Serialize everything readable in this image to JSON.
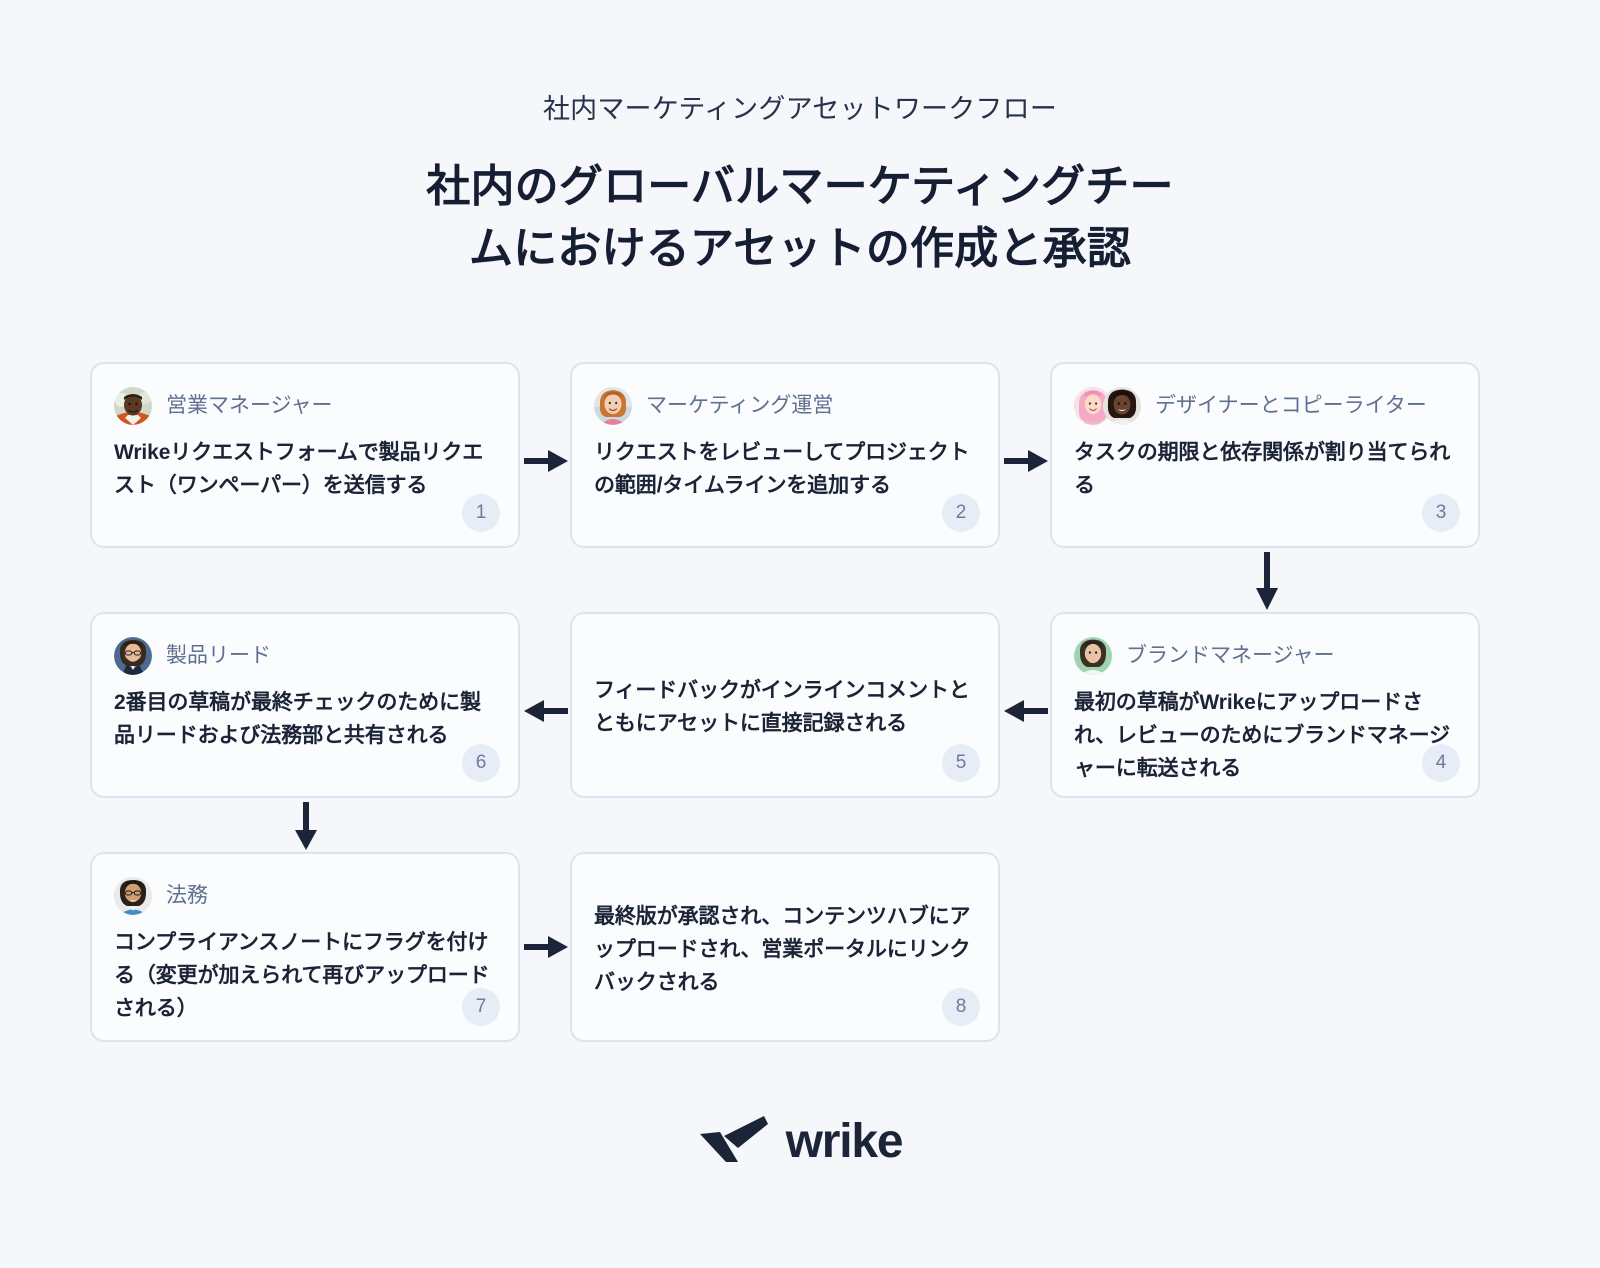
{
  "header": {
    "eyebrow": "社内マーケティングアセットワークフロー",
    "title_line1": "社内のグローバルマーケティングチー",
    "title_line2": "ムにおけるアセットの作成と承認"
  },
  "colors": {
    "background": "#f6f7fa",
    "card_background": "#fbfcfd",
    "card_border": "#dde3ef",
    "title": "#161e33",
    "role_label": "#5f7090",
    "body_text": "#1b2336",
    "badge_background": "#e7edf6",
    "badge_text": "#6b7c9c",
    "arrow": "#1c2438",
    "logo": "#1c2438"
  },
  "steps": [
    {
      "number": "1",
      "role": "営業マネージャー",
      "text": "Wrikeリクエストフォームで製品リクエスト（ワンペーパー）を送信する",
      "avatars": [
        "avatar-sales-manager"
      ]
    },
    {
      "number": "2",
      "role": "マーケティング運営",
      "text": "リクエストをレビューしてプロジェクトの範囲/タイムラインを追加する",
      "avatars": [
        "avatar-marketing-ops"
      ]
    },
    {
      "number": "3",
      "role": "デザイナーとコピーライター",
      "text": "タスクの期限と依存関係が割り当てられる",
      "avatars": [
        "avatar-designer",
        "avatar-copywriter"
      ]
    },
    {
      "number": "4",
      "role": "ブランドマネージャー",
      "text": "最初の草稿がWrikeにアップロードされ、レビューのためにブランドマネージャーに転送される",
      "avatars": [
        "avatar-brand-manager"
      ]
    },
    {
      "number": "5",
      "role": "",
      "text": "フィードバックがインラインコメントとともにアセットに直接記録される",
      "avatars": []
    },
    {
      "number": "6",
      "role": "製品リード",
      "text": "2番目の草稿が最終チェックのために製品リードおよび法務部と共有される",
      "avatars": [
        "avatar-product-lead"
      ]
    },
    {
      "number": "7",
      "role": "法務",
      "text": "コンプライアンスノートにフラグを付ける（変更が加えられて再びアップロードされる）",
      "avatars": [
        "avatar-legal"
      ]
    },
    {
      "number": "8",
      "role": "",
      "text": "最終版が承認され、コンテンツハブにアップロードされ、営業ポータルにリンクバックされる",
      "avatars": []
    }
  ],
  "connectors": [
    {
      "name": "arrow-step1-to-step2",
      "direction": "right"
    },
    {
      "name": "arrow-step2-to-step3",
      "direction": "right"
    },
    {
      "name": "arrow-step3-to-step4",
      "direction": "down"
    },
    {
      "name": "arrow-step4-to-step5",
      "direction": "left"
    },
    {
      "name": "arrow-step5-to-step6",
      "direction": "left"
    },
    {
      "name": "arrow-step6-to-step7",
      "direction": "down"
    },
    {
      "name": "arrow-step7-to-step8",
      "direction": "right"
    }
  ],
  "footer": {
    "brand": "wrike"
  }
}
